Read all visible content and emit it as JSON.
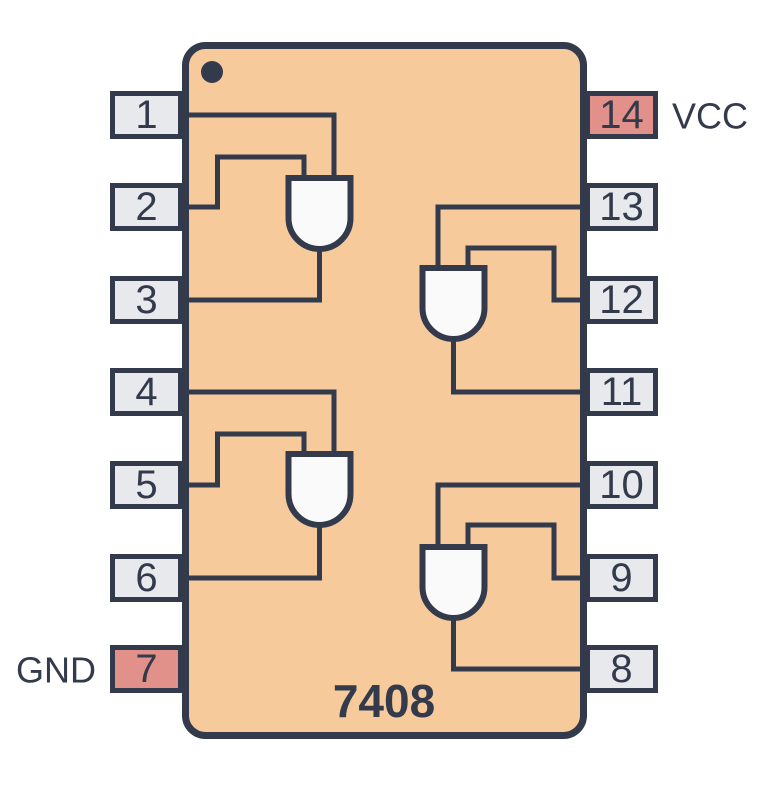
{
  "chip": {
    "label": "7408",
    "gate_type": "AND",
    "package": {
      "pin_count": 14
    },
    "gates": [
      {
        "inputs": [
          "1",
          "2"
        ],
        "output": "3"
      },
      {
        "inputs": [
          "4",
          "5"
        ],
        "output": "6"
      },
      {
        "inputs": [
          "13",
          "12"
        ],
        "output": "11"
      },
      {
        "inputs": [
          "10",
          "9"
        ],
        "output": "8"
      }
    ]
  },
  "pins": {
    "left": [
      {
        "label": "1",
        "power": false
      },
      {
        "label": "2",
        "power": false
      },
      {
        "label": "3",
        "power": false
      },
      {
        "label": "4",
        "power": false
      },
      {
        "label": "5",
        "power": false
      },
      {
        "label": "6",
        "power": false
      },
      {
        "label": "7",
        "power": true
      }
    ],
    "right": [
      {
        "label": "14",
        "power": true
      },
      {
        "label": "13",
        "power": false
      },
      {
        "label": "12",
        "power": false
      },
      {
        "label": "11",
        "power": false
      },
      {
        "label": "10",
        "power": false
      },
      {
        "label": "9",
        "power": false
      },
      {
        "label": "8",
        "power": false
      }
    ]
  },
  "power_labels": {
    "vcc": "VCC",
    "gnd": "GND"
  },
  "colors": {
    "background": "#ffffff",
    "chip_fill": "#f7ca9c",
    "outline": "#323a4b",
    "pin_fill": "#e8e9ec",
    "power_pin_fill": "#e2908a",
    "gate_fill": "#fafafb"
  }
}
